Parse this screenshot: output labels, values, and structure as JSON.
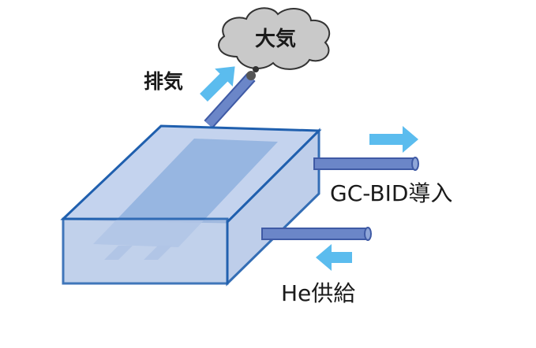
{
  "labels": {
    "atmosphere": "大気",
    "exhaust": "排気",
    "gc_bid_inlet": "GC-BID導入",
    "he_supply": "He供給"
  },
  "colors": {
    "box_fill": "#b7c9e8",
    "box_outline": "#1f5fae",
    "plate": "#8fb0de",
    "pipe": "#6b86c8",
    "pipe_dark": "#3f5aa5",
    "arrow": "#5bbcee",
    "cloud": "#c9c9c9",
    "cloud_outline": "#333333"
  }
}
